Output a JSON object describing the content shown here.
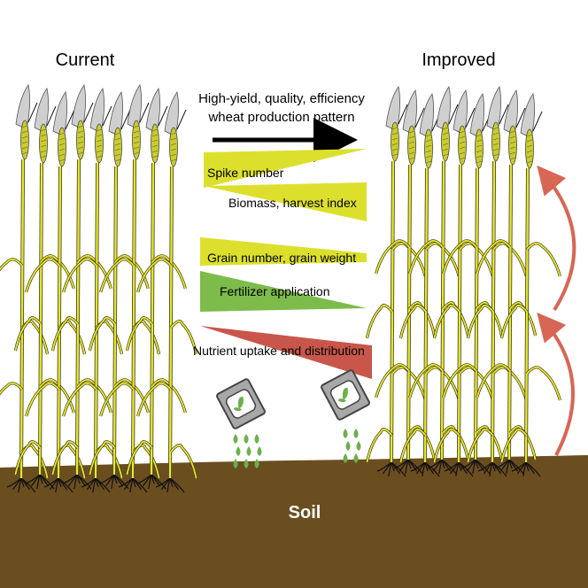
{
  "labels": {
    "current": "Current",
    "improved": "Improved",
    "pattern_line1": "High-yield, quality, efficiency",
    "pattern_line2": "wheat production pattern",
    "spike_number": "Spike number",
    "biomass": "Biomass, harvest index",
    "grain": "Grain number, grain weight",
    "fertilizer": "Fertilizer application",
    "nutrient": "Nutrient uptake and distribution",
    "soil": "Soil"
  },
  "colors": {
    "wedge_yellow": "#dce02c",
    "wedge_green": "#7dbb4a",
    "wedge_red": "#c9564a",
    "soil": "#6b4e1f",
    "stem": "#e8e62a",
    "stem_outline": "#3a3a1a",
    "spike": "#cfcfcf",
    "grain": "#c9cc2a",
    "arrow_red": "#d86654",
    "drop_green": "#6ab04c",
    "icon_gray": "#a8a8a8"
  },
  "icons": [
    "fertilizer-bag-icon-left",
    "fertilizer-bag-icon-right"
  ]
}
